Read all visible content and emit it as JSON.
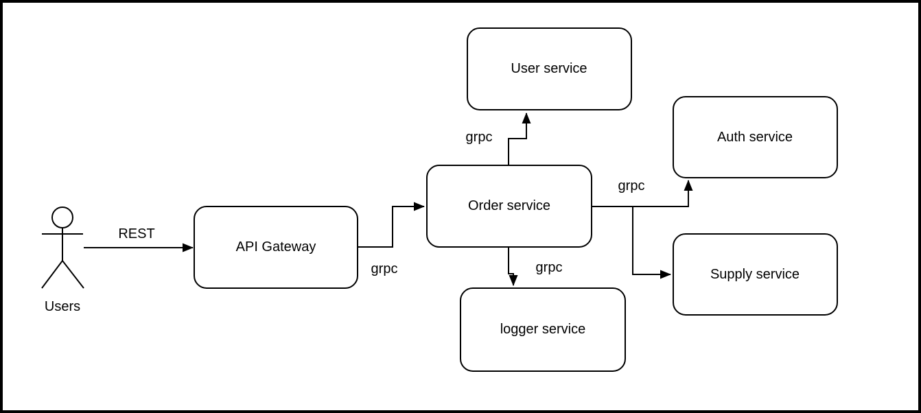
{
  "diagram": {
    "type": "architecture-flow",
    "colors": {
      "background": "#ffffff",
      "stroke": "#000000",
      "node_fill": "#ffffff",
      "text": "#000000"
    },
    "actor": {
      "id": "users",
      "label": "Users"
    },
    "nodes": [
      {
        "id": "api-gateway",
        "label": "API Gateway"
      },
      {
        "id": "order-service",
        "label": "Order service"
      },
      {
        "id": "user-service",
        "label": "User service"
      },
      {
        "id": "auth-service",
        "label": "Auth service"
      },
      {
        "id": "supply-service",
        "label": "Supply service"
      },
      {
        "id": "logger-service",
        "label": "logger service"
      }
    ],
    "edges": [
      {
        "from": "Users",
        "to": "API Gateway",
        "label": "REST"
      },
      {
        "from": "API Gateway",
        "to": "Order service",
        "label": "grpc"
      },
      {
        "from": "Order service",
        "to": "User service",
        "label": "grpc"
      },
      {
        "from": "Order service",
        "to": "Auth service",
        "label": "grpc"
      },
      {
        "from": "Order service",
        "to": "Supply service",
        "label": ""
      },
      {
        "from": "Order service",
        "to": "logger service",
        "label": "grpc"
      }
    ]
  }
}
